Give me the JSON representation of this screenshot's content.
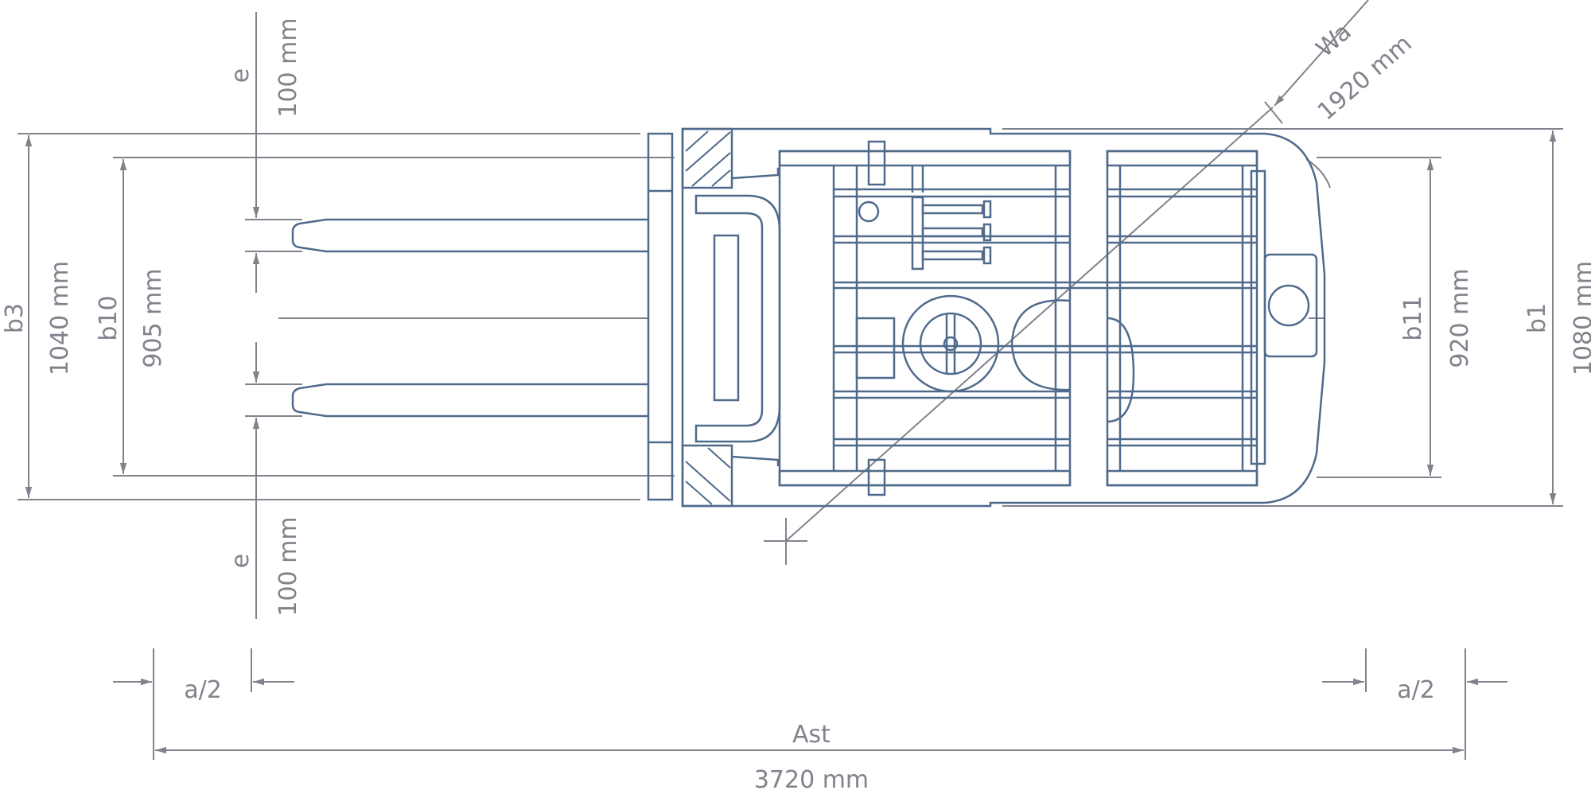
{
  "title": "Forklift top-view dimension drawing",
  "colors": {
    "drawing": "#506a8c",
    "dimension": "#80838c"
  },
  "dimensions": {
    "e_top": {
      "symbol": "e",
      "value": "100 mm"
    },
    "e_bottom": {
      "symbol": "e",
      "value": "100 mm"
    },
    "b3": {
      "symbol": "b3",
      "value": "1040 mm"
    },
    "b10": {
      "symbol": "b10",
      "value": "905 mm"
    },
    "b11": {
      "symbol": "b11",
      "value": "920 mm"
    },
    "b1": {
      "symbol": "b1",
      "value": "1080 mm"
    },
    "wa": {
      "symbol": "Wa",
      "value": "1920 mm"
    },
    "a2_left": {
      "symbol": "a/2"
    },
    "a2_right": {
      "symbol": "a/2"
    },
    "ast": {
      "symbol": "Ast",
      "value": "3720 mm"
    }
  }
}
